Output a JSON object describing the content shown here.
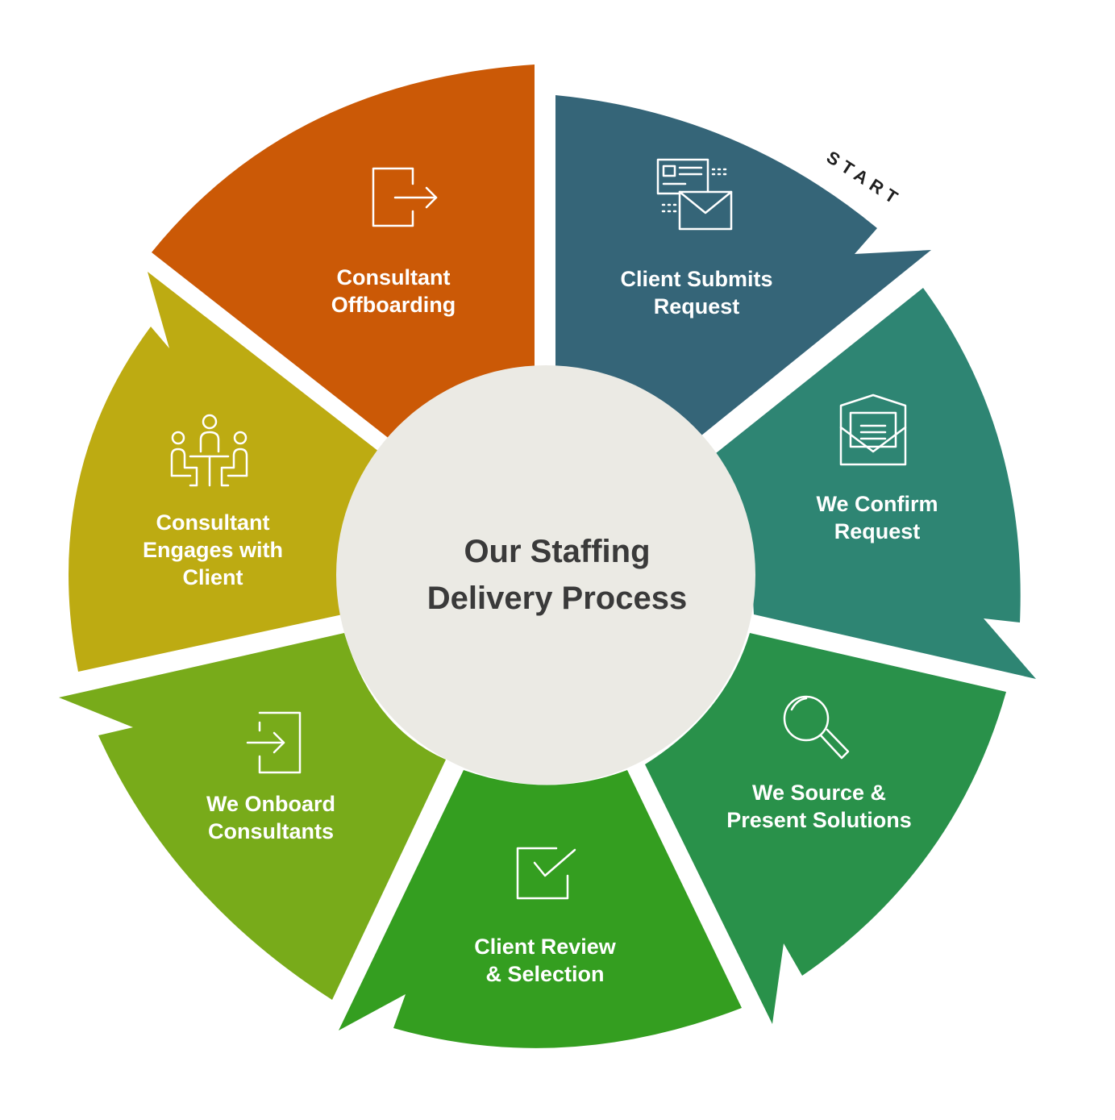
{
  "title": {
    "line1": "Our Staffing",
    "line2": "Delivery Process"
  },
  "start_label": "START",
  "colors": {
    "center": "#ebeae4",
    "title": "#3a3a3a",
    "icon": "#ffffff"
  },
  "steps": [
    {
      "line1": "Client Submits",
      "line2": "Request",
      "line3": "",
      "color": "#356578",
      "icon": "request-form-envelope-icon"
    },
    {
      "line1": "We Confirm",
      "line2": "Request",
      "line3": "",
      "color": "#2e8573",
      "icon": "open-envelope-letter-icon"
    },
    {
      "line1": "We Source &",
      "line2": "Present Solutions",
      "line3": "",
      "color": "#29914a",
      "icon": "magnifying-glass-icon"
    },
    {
      "line1": "Client Review",
      "line2": "& Selection",
      "line3": "",
      "color": "#349e20",
      "icon": "checkbox-icon"
    },
    {
      "line1": "We Onboard",
      "line2": "Consultants",
      "line3": "",
      "color": "#78ab1a",
      "icon": "sign-in-icon"
    },
    {
      "line1": "Consultant",
      "line2": "Engages with",
      "line3": "Client",
      "color": "#bdab12",
      "icon": "meeting-people-icon"
    },
    {
      "line1": "Consultant",
      "line2": "Offboarding",
      "line3": "",
      "color": "#cb5906",
      "icon": "sign-out-icon"
    }
  ]
}
